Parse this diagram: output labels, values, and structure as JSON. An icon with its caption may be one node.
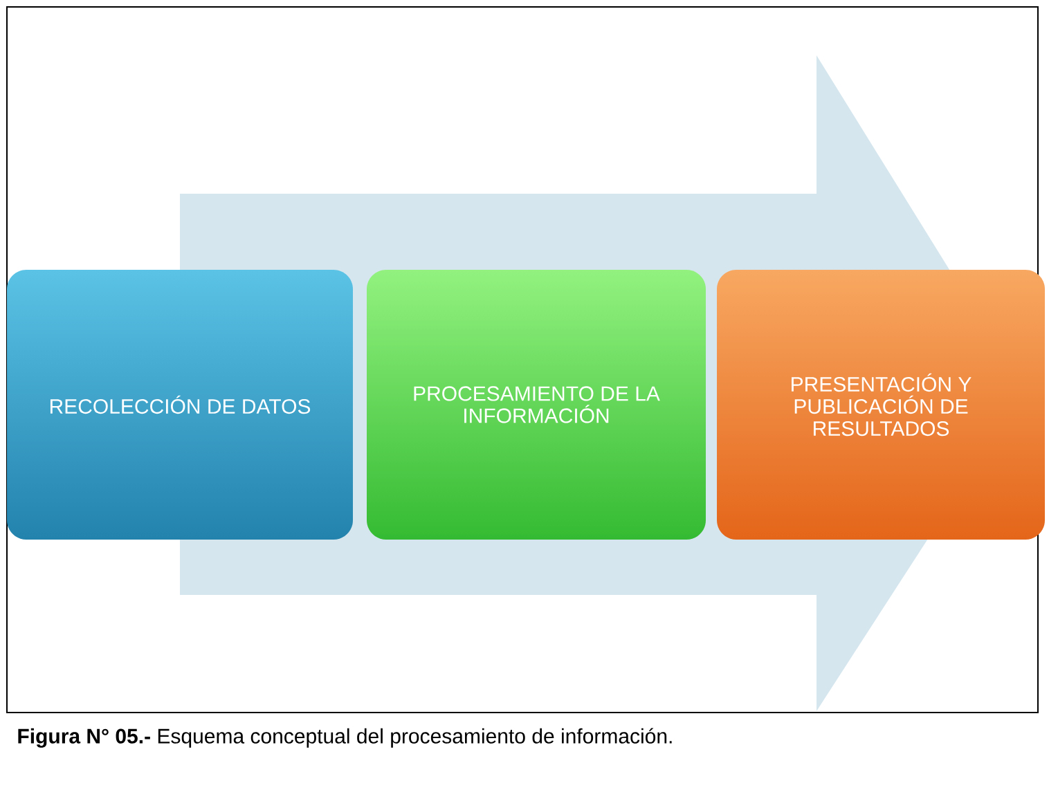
{
  "diagram": {
    "caption": "**Figura N° 05.-** Esquema conceptual del procesamiento de información.",
    "nodes": [
      {
        "text": [
          "RECOLECCIÓN DE DATOS"
        ]
      },
      {
        "text": [
          "PROCESAMIENTO DE LA INFORMACIÓN"
        ]
      },
      {
        "text": [
          "PRESENTACIÓN Y PUBLICACIÓN DE RESULTADOS"
        ]
      }
    ]
  }
}
